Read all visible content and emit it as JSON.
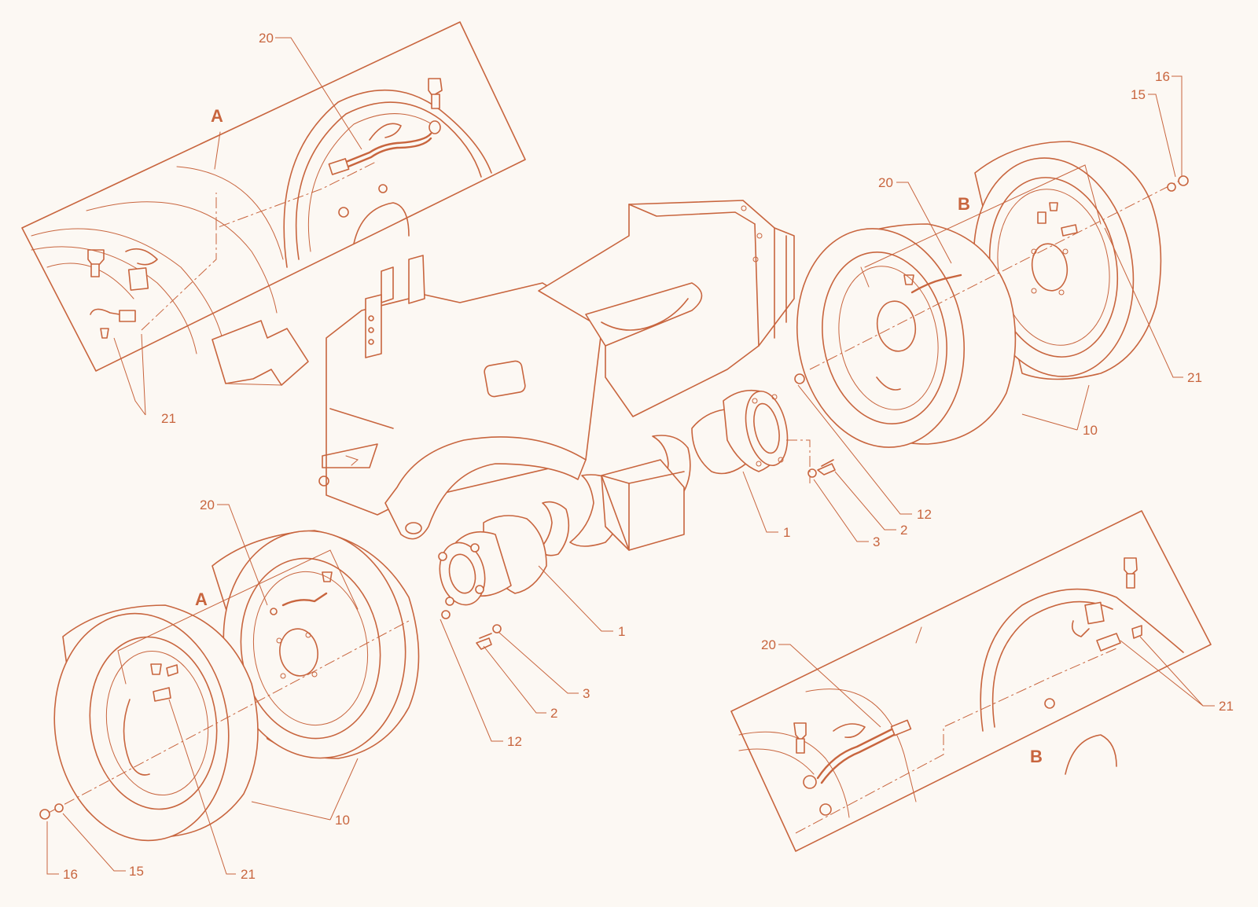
{
  "view_letters": {
    "a_top": "A",
    "a_wheel": "A",
    "b_wheel": "B",
    "b_bottom": "B"
  },
  "callouts": {
    "n20_topleft": "20",
    "n21_topleft": "21",
    "n16_topright": "16",
    "n15_topright": "15",
    "n20_right": "20",
    "n21_right": "21",
    "n10_right": "10",
    "n12_right": "12",
    "n1_right": "1",
    "n2_right": "2",
    "n3_right": "3",
    "n20_left": "20",
    "n1_left": "1",
    "n3_left": "3",
    "n2_left": "2",
    "n12_left": "12",
    "n10_left": "10",
    "n16_bottom": "16",
    "n15_bottom": "15",
    "n21_bottom": "21",
    "n20_bottomright": "20",
    "n21_bottomright": "21"
  },
  "colors": {
    "line": "#c8653e",
    "background": "#fcf8f3"
  }
}
